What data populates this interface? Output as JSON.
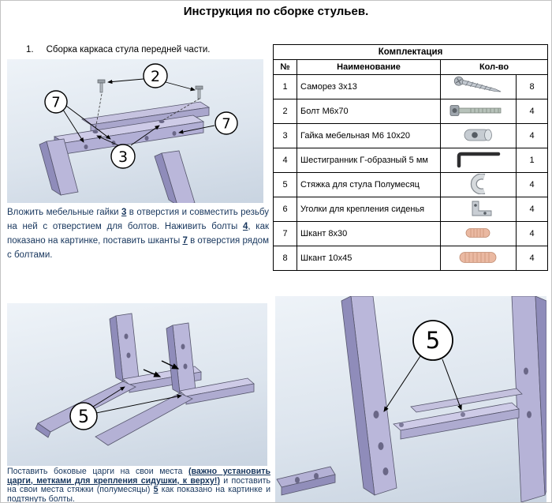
{
  "colors": {
    "wood_part": "#b8b5d9",
    "wood_part_shadow": "#8f8cba",
    "diagram_background": "#dde5ee",
    "instruction_text": "#17365d",
    "table_border": "#000000",
    "dowel": "#eab9a2"
  },
  "page": {
    "title": "Инструкция по сборке стульев."
  },
  "step1": {
    "number": "1.",
    "heading": "Сборка каркаса стула передней части.",
    "callouts": {
      "bolt": "2",
      "dowel_left": "7",
      "nut": "3",
      "dowel_right": "7"
    },
    "instruction": {
      "part1": "Вложить мебельные гайки ",
      "ref_nut": "3",
      "part2": " в отверстия и совместить резьбу на ней с отверстием для болтов. Наживить болты ",
      "ref_bolt": "4",
      "part3": ", как показано на картинке, поставить шканты ",
      "ref_dowel": "7",
      "part4": " в отверстия рядом с болтами."
    }
  },
  "parts_table": {
    "title": "Комплектация",
    "headers": {
      "num": "№",
      "name": "Наименование",
      "qty": "Кол-во"
    },
    "rows": [
      {
        "num": "1",
        "name": "Саморез 3х13",
        "qty": "8",
        "icon": "screw-icon"
      },
      {
        "num": "2",
        "name": "Болт М6х70",
        "qty": "4",
        "icon": "bolt-icon"
      },
      {
        "num": "3",
        "name": "Гайка мебельная М6 10х20",
        "qty": "4",
        "icon": "barrel-nut-icon"
      },
      {
        "num": "4",
        "name": "Шестигранник Г-образный 5 мм",
        "qty": "1",
        "icon": "hex-key-icon"
      },
      {
        "num": "5",
        "name": "Стяжка для стула Полумесяц",
        "qty": "4",
        "icon": "half-moon-bracket-icon"
      },
      {
        "num": "6",
        "name": "Уголки для крепления сиденья",
        "qty": "4",
        "icon": "corner-bracket-icon"
      },
      {
        "num": "7",
        "name": "Шкант 8х30",
        "qty": "4",
        "icon": "dowel-icon"
      },
      {
        "num": "8",
        "name": "Шкант 10х45",
        "qty": "4",
        "icon": "dowel-icon"
      }
    ]
  },
  "step2": {
    "callout": "5",
    "instruction": {
      "part1": "Поставить боковые царги на свои места ",
      "emphasis": "(важно установить царги, метками для крепления сидушки, к верху!)",
      "part2": " и поставить на свои места стяжки (полумесяцы) ",
      "ref_bracket": "5",
      "part3": " как показано на картинке и подтянуть болты."
    }
  },
  "step3": {
    "callout": "5"
  }
}
